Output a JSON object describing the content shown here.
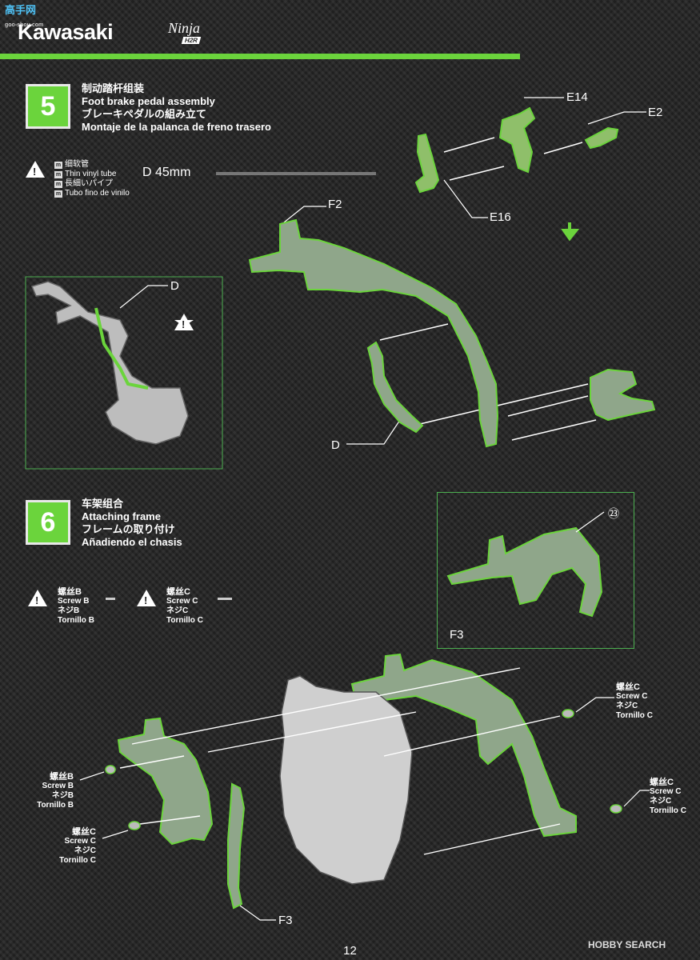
{
  "header": {
    "watermark": "高手网",
    "watermark_url": "goo-shou.com",
    "brand": "Kawasaki",
    "model": "Ninja",
    "model_badge": "H2R",
    "accent_color": "#6bd43c"
  },
  "step5": {
    "number": "5",
    "title_cn": "制动踏杆组装",
    "title_en": "Foot brake pedal assembly",
    "title_jp": "ブレーキペダルの組み立て",
    "title_es": "Montaje de la palanca de freno trasero",
    "note_cn": "细软管",
    "note_en": "Thin vinyl tube",
    "note_jp": "長細いパイプ",
    "note_es": "Tubo fino de vinilo",
    "tube_spec": "D  45mm",
    "labels": {
      "E14": "E14",
      "E2": "E2",
      "E16": "E16",
      "F2": "F2",
      "D_inset": "D",
      "D_main": "D"
    }
  },
  "step6": {
    "number": "6",
    "title_cn": "车架组合",
    "title_en": "Attaching frame",
    "title_jp": "フレームの取り付け",
    "title_es": "Añadiendo el chasis",
    "screwB": {
      "cn": "螺丝B",
      "en": "Screw B",
      "jp": "ネジB",
      "es": "Tornillo B"
    },
    "screwC": {
      "cn": "螺丝C",
      "en": "Screw C",
      "jp": "ネジC",
      "es": "Tornillo C"
    },
    "inset_part": "F3",
    "inset_callout": "㉓",
    "bottom_part": "F3"
  },
  "footer": {
    "page": "12",
    "source": "HOBBY SEARCH"
  }
}
